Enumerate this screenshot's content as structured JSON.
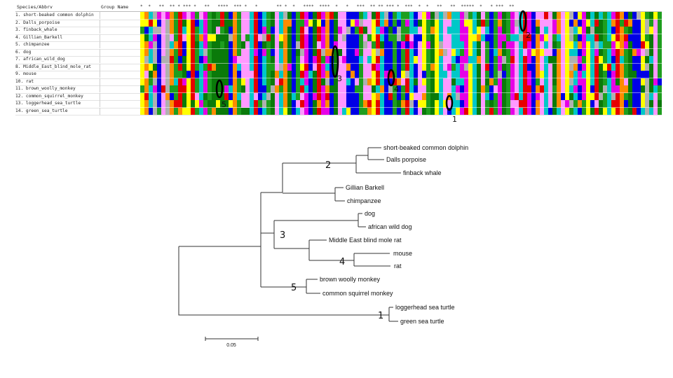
{
  "alignment": {
    "header": {
      "species_col": "Species/Abbrv",
      "group_col": "Group Name",
      "conservation_marks": "*  *   **  ** * *** *   **   ****  *** *   *       ** *  *   ****  ****  *   *   ***  ** ** *** *  ***  *  *   **   **  *****  *   * ***  **  "
    },
    "rows": [
      {
        "name": "1. short-beaked common dolphin"
      },
      {
        "name": "2. Dalls_porpoise"
      },
      {
        "name": "3. finback_whale"
      },
      {
        "name": "4. Gillian_Barkell"
      },
      {
        "name": "5. chimpanzee"
      },
      {
        "name": "6. dog"
      },
      {
        "name": "7. african_wild_dog"
      },
      {
        "name": "8. Middle_East_blind_mole_rat"
      },
      {
        "name": "9. mouse"
      },
      {
        "name": "10. rat"
      },
      {
        "name": "11. brown_woolly_monkey"
      },
      {
        "name": "12. common_squirrel_monkey"
      },
      {
        "name": "13. loggerhead_sea_turtle"
      },
      {
        "name": "14. green_sea_turtle"
      }
    ],
    "palette": [
      "#ffff00",
      "#1e9e1e",
      "#0a7a0a",
      "#0000e6",
      "#e60000",
      "#e600e6",
      "#ff8c00",
      "#ff99ff",
      "#b0b0b0",
      "#00c8c8"
    ],
    "annotation_numbers": [
      "1",
      "2",
      "3",
      "4",
      "5"
    ]
  },
  "tree": {
    "leaves": [
      "short-beaked common dolphin",
      "Dalls porpoise",
      "finback whale",
      "Gillian Barkell",
      "chimpanzee",
      "dog",
      "african wild dog",
      "Middle East blind mole rat",
      "mouse",
      "rat",
      "brown woolly monkey",
      "common squirrel monkey",
      "loggerhead sea turtle",
      "green sea turtle"
    ],
    "node_numbers": [
      "2",
      "3",
      "4",
      "5",
      "1"
    ],
    "scale_bar_label": "0.05"
  }
}
